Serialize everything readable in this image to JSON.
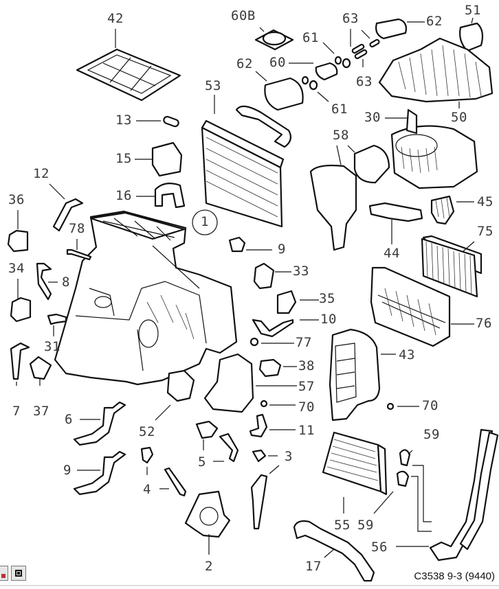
{
  "diagram": {
    "caption": "C3538 9-3 (9440)",
    "callout_labels": [
      {
        "id": "42",
        "text": "42"
      },
      {
        "id": "60B",
        "text": "60B"
      },
      {
        "id": "63a",
        "text": "63"
      },
      {
        "id": "62a",
        "text": "62"
      },
      {
        "id": "51",
        "text": "51"
      },
      {
        "id": "61a",
        "text": "61"
      },
      {
        "id": "60",
        "text": "60"
      },
      {
        "id": "63b",
        "text": "63"
      },
      {
        "id": "62b",
        "text": "62"
      },
      {
        "id": "53",
        "text": "53"
      },
      {
        "id": "61b",
        "text": "61"
      },
      {
        "id": "13",
        "text": "13"
      },
      {
        "id": "30",
        "text": "30"
      },
      {
        "id": "50",
        "text": "50"
      },
      {
        "id": "58",
        "text": "58"
      },
      {
        "id": "15",
        "text": "15"
      },
      {
        "id": "12",
        "text": "12"
      },
      {
        "id": "16",
        "text": "16"
      },
      {
        "id": "45",
        "text": "45"
      },
      {
        "id": "36",
        "text": "36"
      },
      {
        "id": "1",
        "text": "1"
      },
      {
        "id": "75",
        "text": "75"
      },
      {
        "id": "78",
        "text": "78"
      },
      {
        "id": "9a",
        "text": "9"
      },
      {
        "id": "44",
        "text": "44"
      },
      {
        "id": "34",
        "text": "34"
      },
      {
        "id": "8",
        "text": "8"
      },
      {
        "id": "33",
        "text": "33"
      },
      {
        "id": "35",
        "text": "35"
      },
      {
        "id": "10",
        "text": "10"
      },
      {
        "id": "76",
        "text": "76"
      },
      {
        "id": "31",
        "text": "31"
      },
      {
        "id": "77",
        "text": "77"
      },
      {
        "id": "43",
        "text": "43"
      },
      {
        "id": "38",
        "text": "38"
      },
      {
        "id": "7",
        "text": "7"
      },
      {
        "id": "37",
        "text": "37"
      },
      {
        "id": "57",
        "text": "57"
      },
      {
        "id": "70a",
        "text": "70"
      },
      {
        "id": "70b",
        "text": "70"
      },
      {
        "id": "6",
        "text": "6"
      },
      {
        "id": "52",
        "text": "52"
      },
      {
        "id": "11",
        "text": "11"
      },
      {
        "id": "59a",
        "text": "59"
      },
      {
        "id": "5",
        "text": "5"
      },
      {
        "id": "3",
        "text": "3"
      },
      {
        "id": "9b",
        "text": "9"
      },
      {
        "id": "4",
        "text": "4"
      },
      {
        "id": "55",
        "text": "55"
      },
      {
        "id": "59b",
        "text": "59"
      },
      {
        "id": "56",
        "text": "56"
      },
      {
        "id": "2",
        "text": "2"
      },
      {
        "id": "17",
        "text": "17"
      }
    ]
  },
  "toolbar": {
    "buttons": [
      {
        "icon": "edit-icon"
      },
      {
        "icon": "frame-icon"
      }
    ]
  }
}
